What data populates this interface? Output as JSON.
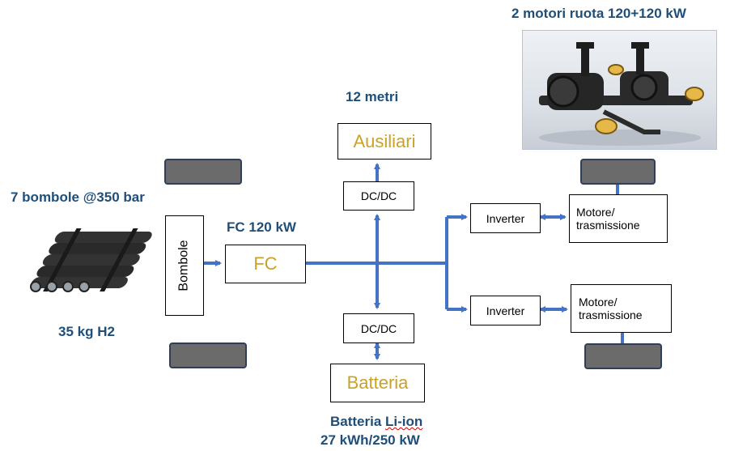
{
  "labels": {
    "tanks_title": "7 bombole @350 bar",
    "hydrogen_mass": "35 kg H2",
    "fc_title": "FC 120 kW",
    "length": "12 metri",
    "motors_title": "2 motori ruota 120+120 kW",
    "battery_title_prefix": "Batteria ",
    "battery_title_tech": "Li-ion",
    "battery_spec": "27 kWh/250 kW"
  },
  "blocks": {
    "bombole": "Bombole",
    "fc": "FC",
    "ausiliari": "Ausiliari",
    "dcdc_top": "DC/DC",
    "dcdc_bottom": "DC/DC",
    "batteria": "Batteria",
    "inverter_top": "Inverter",
    "inverter_bottom": "Inverter",
    "motore_top_line1": "Motore/",
    "motore_top_line2": "trasmissione",
    "motore_bottom_line1": "Motore/",
    "motore_bottom_line2": "trasmissione"
  },
  "colors": {
    "bus": "#4472c4",
    "label_text": "#1f4e79",
    "block_text_accent": "#c9a227",
    "wheel_fill": "#6b6b6b"
  }
}
